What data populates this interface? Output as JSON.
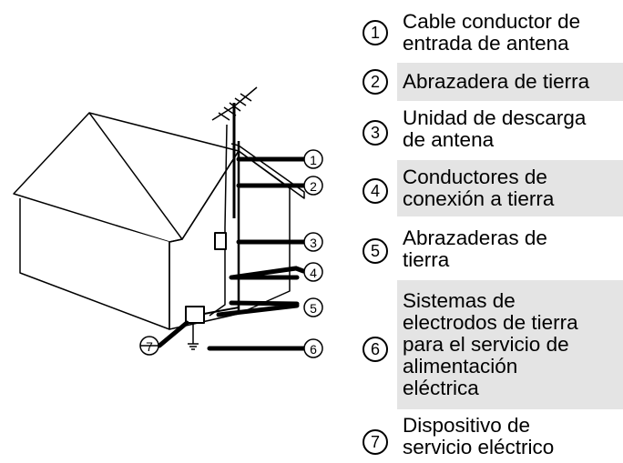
{
  "legend": [
    {
      "num": "1",
      "label": "Cable conductor de\nentrada de antena"
    },
    {
      "num": "2",
      "label": "Abrazadera de tierra"
    },
    {
      "num": "3",
      "label": "Unidad de descarga\nde antena"
    },
    {
      "num": "4",
      "label": "Conductores de\nconexión a tierra"
    },
    {
      "num": "5",
      "label": "Abrazaderas de\ntierra"
    },
    {
      "num": "6",
      "label": "Sistemas de\nelectrodos de tierra\npara el servicio de\nalimentación\neléctrica"
    },
    {
      "num": "7",
      "label": "Dispositivo de\nservicio eléctrico"
    }
  ],
  "callouts": [
    "1",
    "2",
    "3",
    "4",
    "5",
    "6",
    "7"
  ]
}
